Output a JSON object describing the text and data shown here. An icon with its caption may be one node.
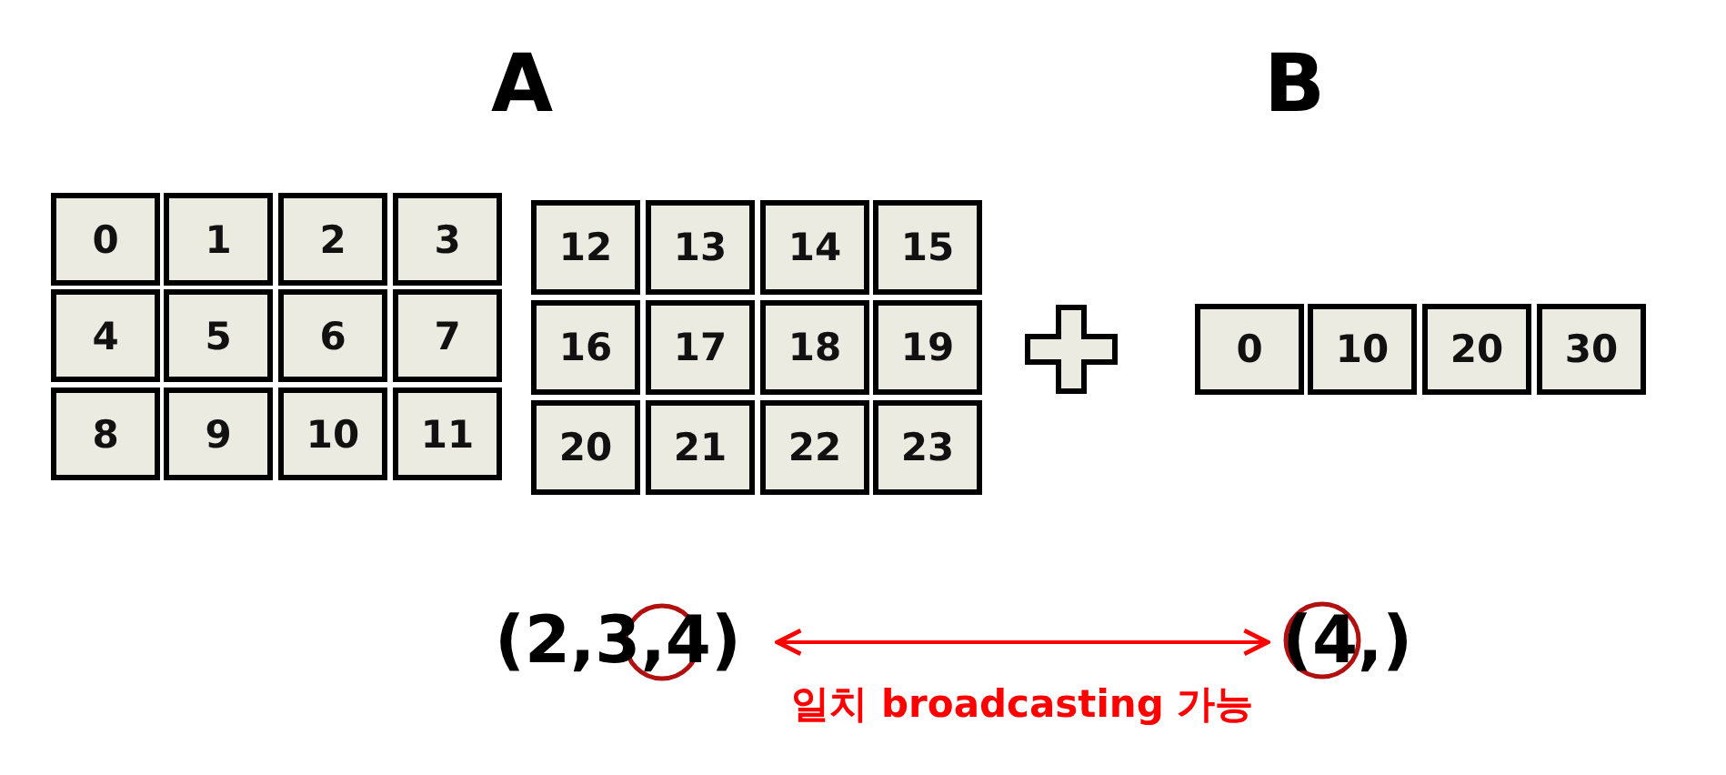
{
  "diagram": {
    "nodes": [
      {
        "text": [
          "0"
        ]
      },
      {
        "text": [
          "1"
        ]
      },
      {
        "text": [
          "2"
        ]
      },
      {
        "text": [
          "3"
        ]
      },
      {
        "text": [
          "4"
        ]
      },
      {
        "text": [
          "5"
        ]
      },
      {
        "text": [
          "6"
        ]
      },
      {
        "text": [
          "7"
        ]
      },
      {
        "text": [
          "8"
        ]
      },
      {
        "text": [
          "9"
        ]
      },
      {
        "text": [
          "10"
        ]
      },
      {
        "text": [
          "11"
        ]
      },
      {
        "text": [
          "12"
        ]
      },
      {
        "text": [
          "13"
        ]
      },
      {
        "text": [
          "14"
        ]
      },
      {
        "text": [
          "15"
        ]
      },
      {
        "text": [
          "16"
        ]
      },
      {
        "text": [
          "17"
        ]
      },
      {
        "text": [
          "18"
        ]
      },
      {
        "text": [
          "19"
        ]
      },
      {
        "text": [
          "20"
        ]
      },
      {
        "text": [
          "21"
        ]
      },
      {
        "text": [
          "22"
        ]
      },
      {
        "text": [
          "23"
        ]
      },
      {
        "text": [
          "0"
        ]
      },
      {
        "text": [
          "10"
        ]
      },
      {
        "text": [
          "20"
        ]
      },
      {
        "text": [
          "30"
        ]
      },
      {
        "text": [
          "(2,3,4)"
        ]
      },
      {
        "text": [
          "(4,)"
        ]
      }
    ],
    "edges": [
      {
        "from": 28,
        "to": 29,
        "arrow": "both",
        "color": "#ff0000",
        "label": "일치 broadcasting 가능"
      }
    ],
    "labels": [
      "A",
      "B"
    ]
  }
}
